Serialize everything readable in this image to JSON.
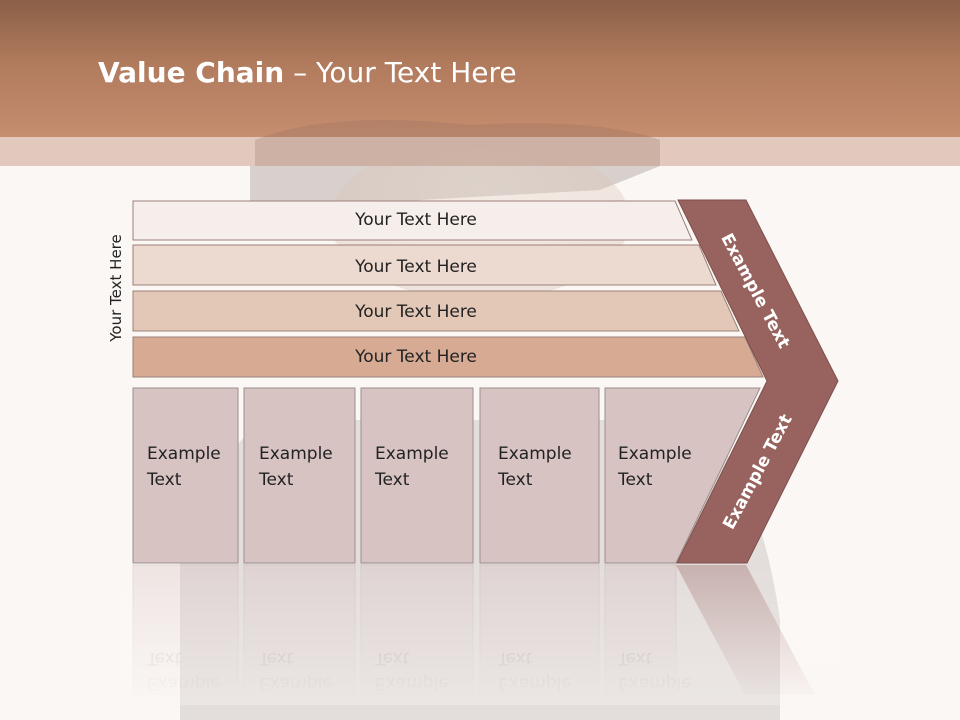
{
  "title": {
    "bold": "Value Chain",
    "rest": " – Your Text Here"
  },
  "side_label": "Your Text Here",
  "support_rows": [
    "Your Text Here",
    "Your Text Here",
    "Your Text Here",
    "Your Text Here"
  ],
  "primary_cells": [
    [
      "Example",
      "Text"
    ],
    [
      "Example",
      "Text"
    ],
    [
      "Example",
      "Text"
    ],
    [
      "Example",
      "Text"
    ],
    [
      "Example",
      "Text"
    ]
  ],
  "chevron_labels": {
    "top": "Example Text",
    "bottom": "Example Text"
  },
  "colors": {
    "header": "#b07a5c",
    "chevron": "#98635f",
    "cell": "#d8c3c3"
  }
}
